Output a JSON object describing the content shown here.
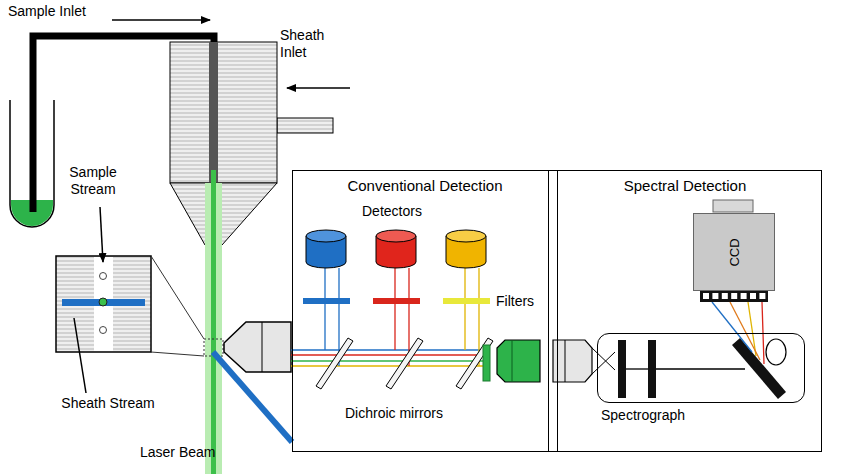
{
  "diagram": {
    "nodes": [
      {
        "text": [
          "Conventional Detection"
        ]
      },
      {
        "text": [
          "Spectral Detection"
        ]
      },
      {
        "text": [
          "CCD"
        ],
        "in": 1
      },
      {
        "text": [
          "Spectrograph"
        ],
        "in": 1
      }
    ],
    "labels": [
      "Sample Inlet",
      "Sheath Inlet",
      "Sample Stream",
      "Sheath Stream",
      "Laser Beam",
      "Detectors",
      "Filters",
      "Dichroic mirrors"
    ]
  }
}
